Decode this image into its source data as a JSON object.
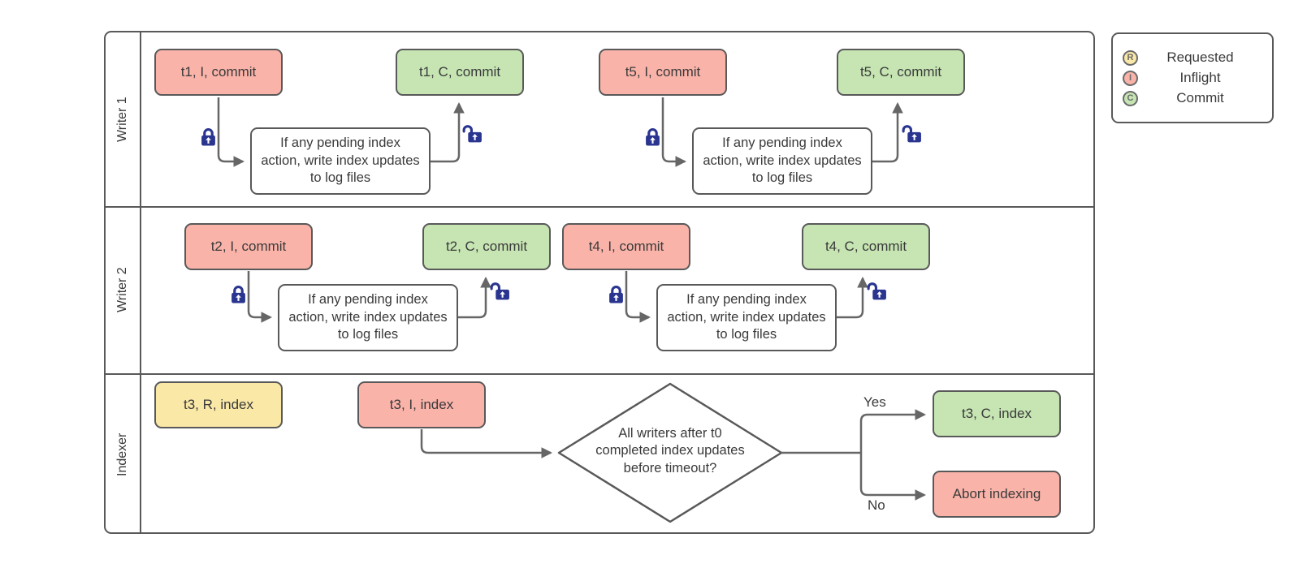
{
  "colors": {
    "pink": "#FAB3A9",
    "green": "#C6E5B3",
    "yellow": "#FAE8A7",
    "node-border": "#595959",
    "line": "#666666",
    "lock": "#2A3590",
    "text": "#3A3A3A"
  },
  "lanes": [
    {
      "label": "Writer 1"
    },
    {
      "label": "Writer 2"
    },
    {
      "label": "Indexer"
    }
  ],
  "legend": {
    "items": [
      {
        "symbol": "R",
        "label": "Requested"
      },
      {
        "symbol": "I",
        "label": "Inflight"
      },
      {
        "symbol": "C",
        "label": "Commit"
      }
    ]
  },
  "process_note": "If any pending index action, write index updates to log files",
  "decision": {
    "question": "All writers after t0 completed index updates before timeout?",
    "yes_label": "Yes",
    "no_label": "No"
  },
  "nodes": {
    "t1_inflight": "t1, I, commit",
    "t1_commit": "t1, C, commit",
    "t5_inflight": "t5, I, commit",
    "t5_commit": "t5, C, commit",
    "t2_inflight": "t2, I, commit",
    "t2_commit": "t2, C, commit",
    "t4_inflight": "t4, I, commit",
    "t4_commit": "t4, C, commit",
    "t3_requested": "t3, R, index",
    "t3_inflight": "t3, I, index",
    "t3_commit": "t3, C, index",
    "abort": "Abort indexing"
  }
}
